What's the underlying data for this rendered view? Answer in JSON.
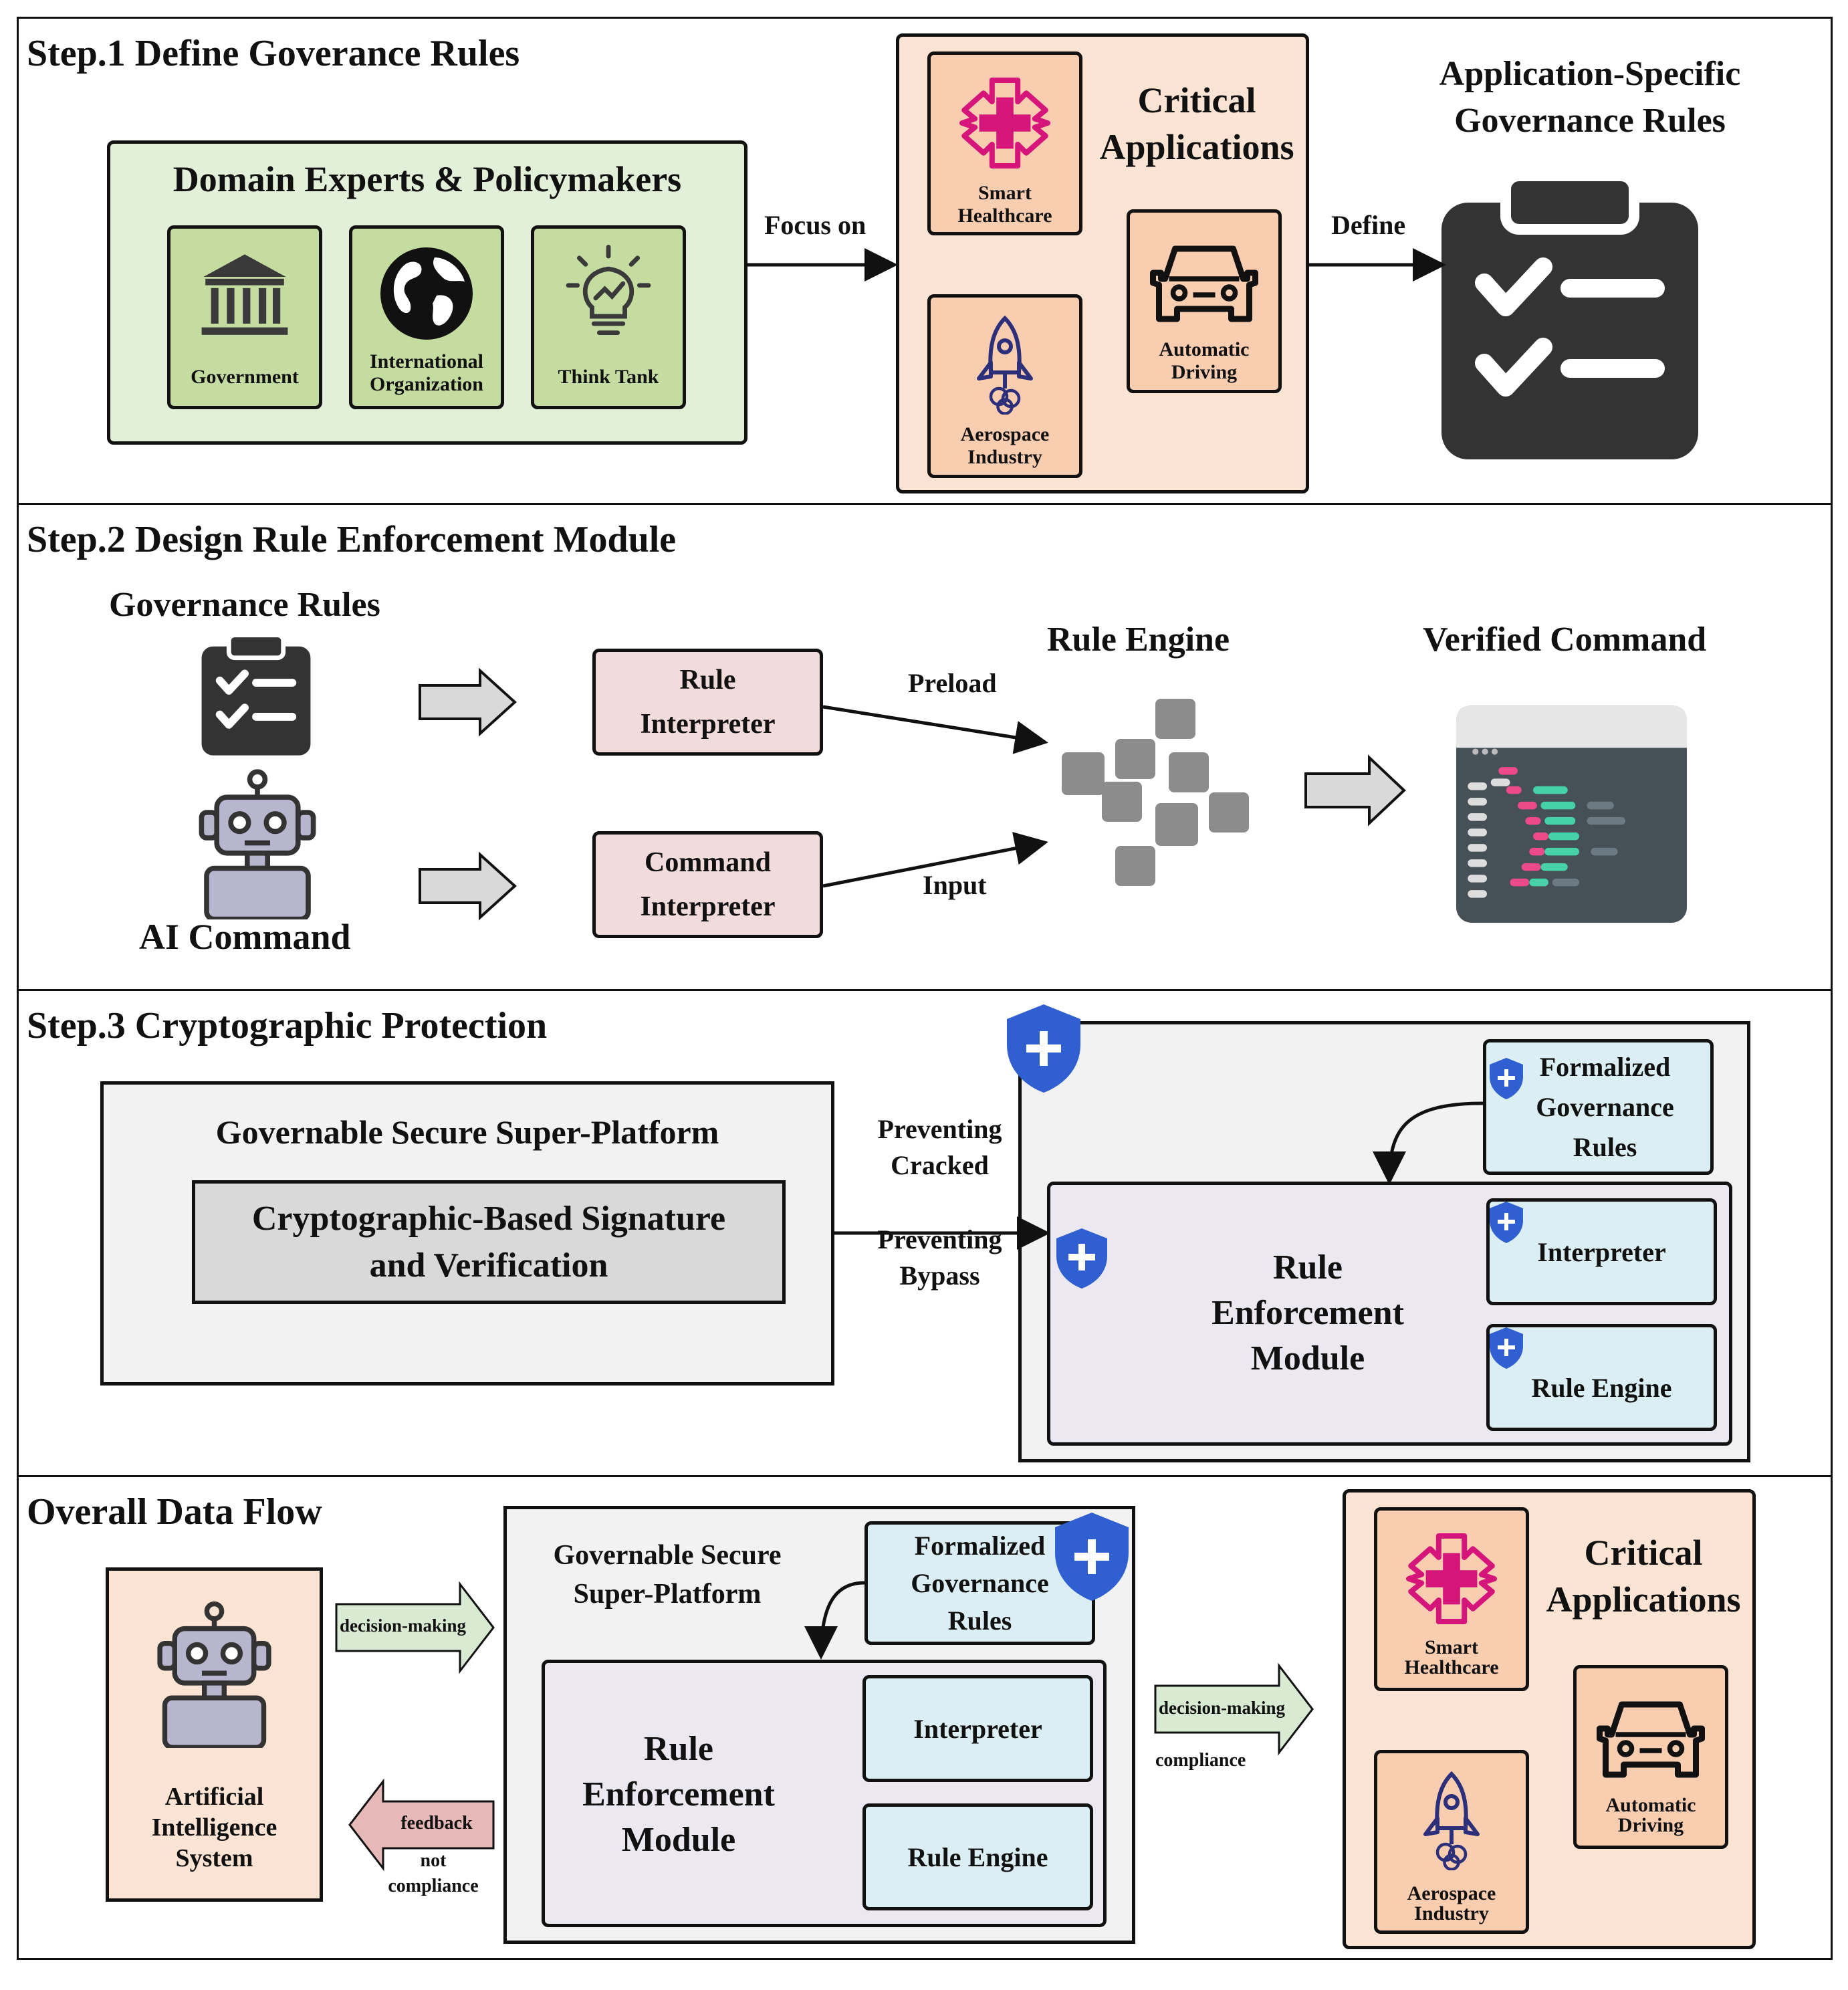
{
  "step1": {
    "title": "Step.1 Define Goverance Rules",
    "experts_title": "Domain Experts & Policymakers",
    "experts": [
      {
        "label": "Government",
        "icon": "bank-icon"
      },
      {
        "label": "International Organization",
        "icon": "globe-icon"
      },
      {
        "label": "Think Tank",
        "icon": "lightbulb-icon"
      }
    ],
    "focus_label": "Focus on",
    "critical_title": "Critical Applications",
    "apps": [
      {
        "label": "Smart Healthcare",
        "icon": "medical-cross-icon"
      },
      {
        "label": "Automatic Driving",
        "icon": "car-icon"
      },
      {
        "label": "Aerospace Industry",
        "icon": "rocket-icon"
      }
    ],
    "define_label": "Define",
    "rules_title": "Application-Specific Governance Rules"
  },
  "step2": {
    "title": "Step.2 Design Rule Enforcement Module",
    "governance_rules": "Governance Rules",
    "ai_command": "AI Command",
    "rule_interpreter": "Rule Interpreter",
    "command_interpreter": "Command Interpreter",
    "preload": "Preload",
    "input": "Input",
    "rule_engine": "Rule Engine",
    "verified_command": "Verified Command"
  },
  "step3": {
    "title": "Step.3 Cryptographic Protection",
    "platform_title": "Governable Secure Super-Platform",
    "signature": "Cryptographic-Based Signature and Verification",
    "preventing_cracked": "Preventing Cracked",
    "preventing_bypass": "Preventing Bypass",
    "formalized_rules": "Formalized Governance Rules",
    "rem": "Rule Enforcement Module",
    "interpreter": "Interpreter",
    "rule_engine": "Rule Engine"
  },
  "step4": {
    "title": "Overall Data Flow",
    "ai_system": "Artificial Intelligence System",
    "decision_making": "decision-making",
    "feedback": "feedback",
    "not_compliance": "not compliance",
    "platform_title": "Governable Secure Super-Platform",
    "formalized_rules": "Formalized Governance Rules",
    "rem": "Rule Enforcement Module",
    "interpreter": "Interpreter",
    "rule_engine": "Rule Engine",
    "decision_making2": "decision-making",
    "compliance": "compliance",
    "critical_title": "Critical Applications",
    "apps": [
      {
        "label": "Smart Healthcare",
        "icon": "medical-cross-icon"
      },
      {
        "label": "Automatic Driving",
        "icon": "car-icon"
      },
      {
        "label": "Aerospace Industry",
        "icon": "rocket-icon"
      }
    ]
  },
  "colors": {
    "experts_bg": "#e2efd9",
    "expert_card": "#c5dca0",
    "critical_bg": "#fce4d4",
    "app_card": "#f9cdb0",
    "interpreter_pink": "#f2dcdb",
    "light_blue": "#daeef3",
    "shield_blue": "#2f5fd0",
    "healthcare_magenta": "#d6157a",
    "rocket_navy": "#2c2f7a",
    "clipboard_dark": "#333333",
    "decision_green": "#d9ead3",
    "feedback_red": "#e6b8b7"
  }
}
